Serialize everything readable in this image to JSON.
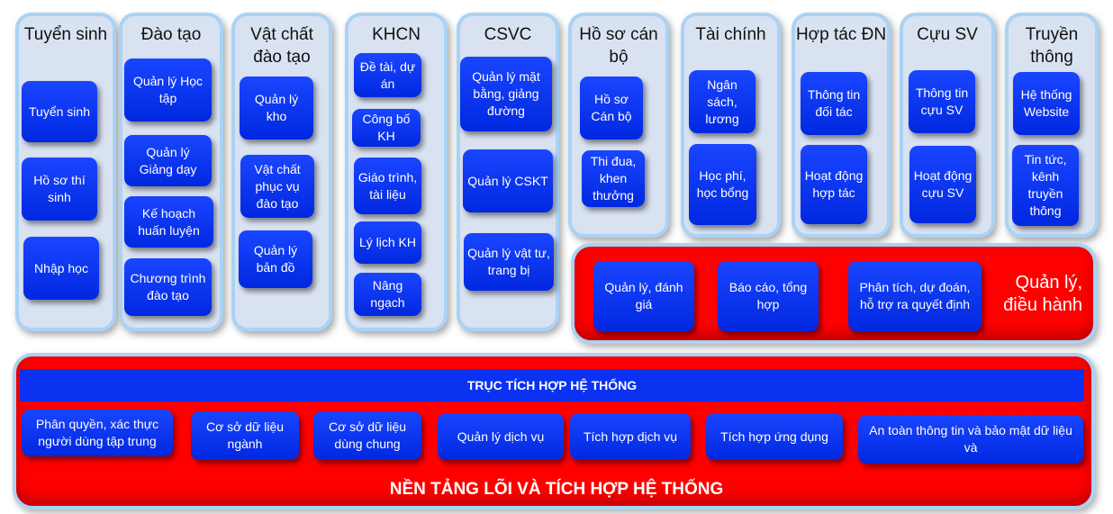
{
  "columns": [
    {
      "title": "Tuyển sinh",
      "items": [
        "Tuyển sinh",
        "Hồ sơ thí sinh",
        "Nhập học"
      ]
    },
    {
      "title": "Đào tạo",
      "items": [
        "Quản lý Học tập",
        "Quản lý Giảng dạy",
        "Kế hoạch huấn luyện",
        "Chương trình đào tạo"
      ]
    },
    {
      "title": "Vật chất đào tạo",
      "items": [
        "Quản lý kho",
        "Vật chất phục vụ đào tạo",
        "Quản lý bản đồ"
      ]
    },
    {
      "title": "KHCN",
      "items": [
        "Đề tài, dự án",
        "Công bố KH",
        "Giáo trình, tài liệu",
        "Lý lịch KH",
        "Nâng ngạch"
      ]
    },
    {
      "title": "CSVC",
      "items": [
        "Quản lý mặt bằng, giảng đường",
        "Quản lý CSKT",
        "Quản lý vật tư, trang bị"
      ]
    },
    {
      "title": "Hồ sơ cán bộ",
      "items": [
        "Hồ sơ Cán bộ",
        "Thi đua, khen thưởng"
      ]
    },
    {
      "title": "Tài chính",
      "items": [
        "Ngân sách, lương",
        "Học phí, học bổng"
      ]
    },
    {
      "title": "Hợp tác ĐN",
      "items": [
        "Thông tin đối tác",
        "Hoạt động hợp tác"
      ]
    },
    {
      "title": "Cựu SV",
      "items": [
        "Thông tin cựu SV",
        "Hoạt động cựu SV"
      ]
    },
    {
      "title": "Truyền thông",
      "items": [
        "Hệ thống Website",
        "Tin tức, kênh truyền thông"
      ]
    }
  ],
  "management": {
    "title": "Quản lý, điều hành",
    "items": [
      "Quản lý, đánh giá",
      "Báo cáo, tổng hợp",
      "Phân tích, dự đoán, hỗ trợ ra quyết định"
    ]
  },
  "core": {
    "bar_label": "TRỤC TÍCH HỢP HỆ THỐNG",
    "items": [
      "Phân quyền, xác thực người dùng tập trung",
      "Cơ sở dữ liệu ngành",
      "Cơ sở dữ liệu dùng chung",
      "Quản lý dịch vụ",
      "Tích hợp dịch vụ",
      "Tích hợp ứng dụng",
      "An toàn thông tin và bảo mật dữ liệu và"
    ],
    "title": "NỀN TẢNG LÕI VÀ TÍCH HỢP HỆ THỐNG"
  },
  "colors": {
    "box": "#0a32f0",
    "panel": "#ff0000",
    "column": "#d9e2f1",
    "border": "#a9d3f5"
  }
}
